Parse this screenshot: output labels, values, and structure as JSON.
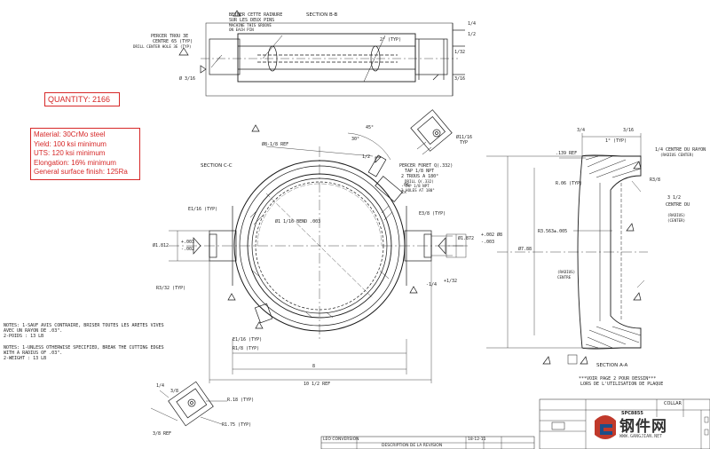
{
  "highlights": {
    "quantity": "QUANTITY: 2166",
    "material_lines": [
      "Material: 30CrMo steel",
      "Yield: 100 ksi minimum",
      "UTS: 120 ksi minimum",
      "Elongation: 16% minimum",
      "General surface finish: 125Ra"
    ]
  },
  "sections": {
    "b": "SECTION B-B",
    "c": "SECTION C-C",
    "a": "SECTION A-A"
  },
  "labels": {
    "drill_fr": "PERCER TROU 3E",
    "centre_fr": "CENTRE 65 (TYP)",
    "drill_en": "DRILL CENTER HOLE 3E (TYP)",
    "bend_fr": "BEINER CETTE RAINURE",
    "bend_fr2": "SUR LES DEUX PINS",
    "bend_en": "MACHINE THIS GROOVE",
    "bend_en2": "ON EACH PIN",
    "b_dim1": "1/4",
    "b_dim2": "1/2",
    "b_dim3": "1/32",
    "b_dim4": "3/16",
    "b_dia": "Ø 3/16",
    "b_angle": "2° (TYP)",
    "c_dia": "Ø8-1/8 REF",
    "c_deg": "45°",
    "c_deg2": "30°",
    "c_eleven": "Ø11/16",
    "c_eleven2": "TYP",
    "c_half": "1/2",
    "c_drill_fr": "PERCER FORET Q(.332)",
    "c_thread": "TAP 1/8 NPT",
    "c_trous": "2 TROUS A 180°",
    "c_drill_en": "DRILL Q(.332)",
    "c_tap": "TAP 1/8 NPT",
    "c_holes": "2 HOLES AT 180°",
    "c_06": ".06",
    "c_2x": "2x",
    "c_11_16": "E1/16 (TYP)",
    "c_bore": "Ø1 1/16 BEND .003",
    "c_3_8": "E3/8 (TYP)",
    "c_left_dia": "Ø1.812",
    "c_left_tol1": "+.003",
    "c_left_tol2": "-.002",
    "c_right_dia": "Ø1.872",
    "c_right_tol1": "+.002",
    "c_right_tol2": "-.003",
    "c_r3_32": "R3/32 (TYP)",
    "c_r1_16": "E1/16 (TYP)",
    "c_r1_8": "R1/8 (TYP)",
    "c_len": "10 1/2 REF",
    "c_8": "8",
    "c_minus": "-1/4",
    "c_1_32": "+1/32",
    "a_3_4": "3/4",
    "a_3_16": "3/16",
    "a_typ": "1° (TYP)",
    "a_139": ".139 REF",
    "a_114": "1/4 CENTRE DU RAYON",
    "a_114b": "(RADIUS CENTER)",
    "a_r3_8": "R3/8",
    "a_106": "R.06 (TYP)",
    "a_312": "3 1/2",
    "a_centre": "CENTRE DU",
    "a_radius": "(RADIUS)",
    "a_centre2": "(CENTER)",
    "a_dia8": "Ø8",
    "a_r3563": "R3.563±.005",
    "a_dia788": "Ø7.88",
    "a_radius_centre": "(RADIUS)",
    "a_centre3": "CENTRE",
    "note_page": "***VOIR PAGE 2 POUR DESSIN***",
    "note_page2": "LORS DE L'UTILISATION DE PLAQUE",
    "side_1_4": "1/4",
    "side_3_8": "3/8",
    "side_3_8ref": "3/8 REF",
    "side_r3_16": "R.18 (TYP)",
    "side_r1_75": "R1.75 (TYP)"
  },
  "notes": [
    "NOTES: 1-SAUF AVIS CONTRAIRE, BRISER TOUTES LES ARETES VIVES",
    "          AVEC UN RAYON DE .03\".",
    "       2-POIDS : 13 LB",
    "",
    "NOTES: 1-UNLESS OTHERWISE SPECIFIED, BREAK THE CUTTING EDGES",
    "          WITH A RADIUS OF .03\".",
    "       2-WEIGHT : 13 LB"
  ],
  "title_block": {
    "rev_col": "LEO CONVERSION",
    "desc_col": "DESCRIPTION DE LA REVISION",
    "part": "COLLAR",
    "code": "SPC8855",
    "date": "18-12-11"
  },
  "watermark": {
    "text": "钢件网",
    "url": "WWW.GANGJIAN.NET"
  },
  "colors": {
    "highlight": "#d62828",
    "line": "#1a1a1a"
  }
}
